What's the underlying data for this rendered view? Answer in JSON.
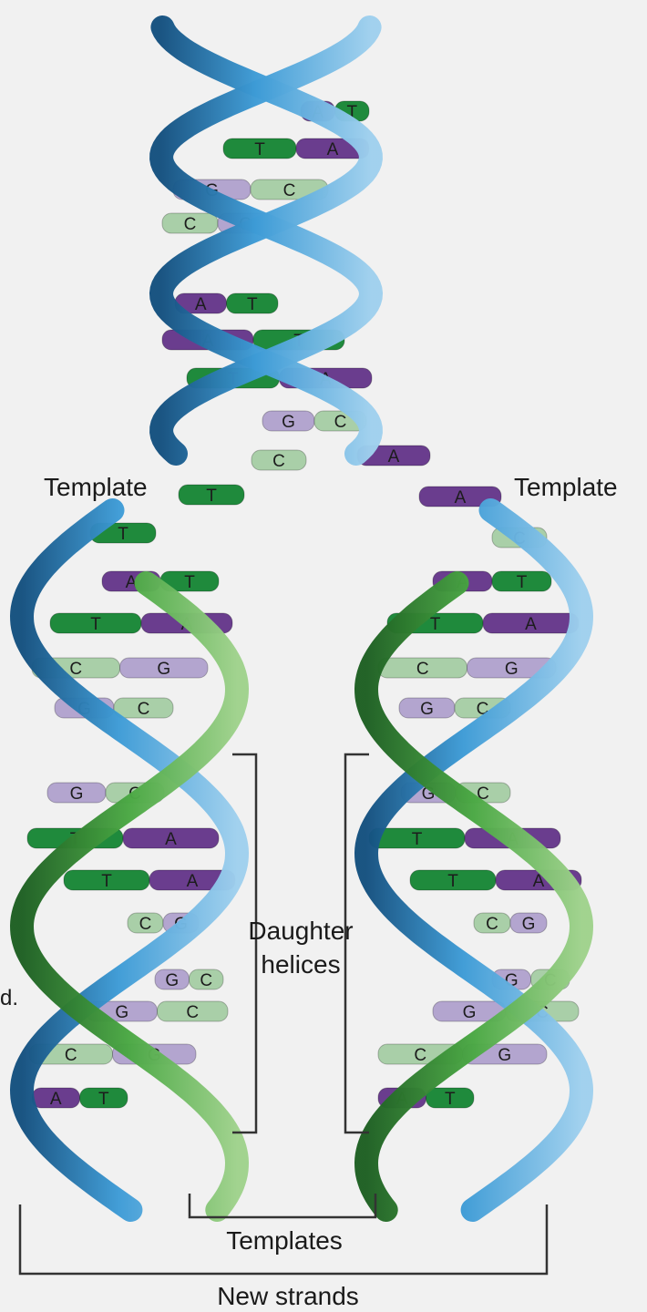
{
  "labels": {
    "template_left": "Template",
    "template_right": "Template",
    "daughter_line1": "Daughter",
    "daughter_line2": "helices",
    "templates": "Templates",
    "new_strands": "New strands",
    "clipped_fragment": "d."
  },
  "colors": {
    "A": "#6a3d8e",
    "T": "#1f8a3c",
    "G": "#b3a5cf",
    "C": "#a9cfa8",
    "template_strand": "#2a84c0",
    "new_strand": "#3f9a3c",
    "bracket": "#333333",
    "background": "#f1f1f1"
  },
  "parent_pairs": [
    [
      "A",
      "T"
    ],
    [
      "T",
      "A"
    ],
    [
      "G",
      "C"
    ],
    [
      "C",
      "G"
    ],
    [
      "A",
      "T"
    ],
    [
      "A",
      "T"
    ],
    [
      "T",
      "A"
    ],
    [
      "G",
      "C"
    ]
  ],
  "fork_bases": [
    "C",
    "A",
    "T",
    "A",
    "T",
    "C"
  ],
  "left_daughter_pairs": [
    [
      "A",
      "T"
    ],
    [
      "T",
      "A"
    ],
    [
      "C",
      "G"
    ],
    [
      "G",
      "C"
    ],
    [
      "G",
      "C"
    ],
    [
      "T",
      "A"
    ],
    [
      "T",
      "A"
    ],
    [
      "C",
      "G"
    ],
    [
      "G",
      "C"
    ],
    [
      "G",
      "C"
    ],
    [
      "C",
      "G"
    ],
    [
      "A",
      "T"
    ]
  ],
  "right_daughter_pairs": [
    [
      "A",
      "T"
    ],
    [
      "T",
      "A"
    ],
    [
      "C",
      "G"
    ],
    [
      "G",
      "C"
    ],
    [
      "G",
      "C"
    ],
    [
      "T",
      "A"
    ],
    [
      "T",
      "A"
    ],
    [
      "C",
      "G"
    ],
    [
      "G",
      "C"
    ],
    [
      "G",
      "C"
    ],
    [
      "C",
      "G"
    ],
    [
      "A",
      "T"
    ]
  ]
}
